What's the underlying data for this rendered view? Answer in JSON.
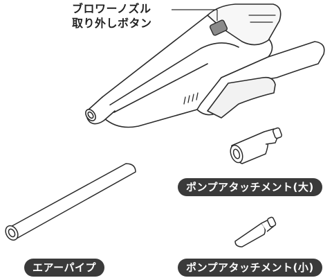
{
  "callout": {
    "line1": "ブロワーノズル",
    "line2": "取り外しボタン"
  },
  "labels": {
    "pump_large": "ポンプアタッチメント(大)",
    "air_pipe": "エアーパイプ",
    "pump_small": "ポンプアタッチメント(小)"
  },
  "colors": {
    "outline": "#2a2a2a",
    "pill_bg": "#3a3a3a",
    "pill_text": "#ffffff",
    "button_fill": "#8a8a8a",
    "shade": "#e6e6e6"
  }
}
